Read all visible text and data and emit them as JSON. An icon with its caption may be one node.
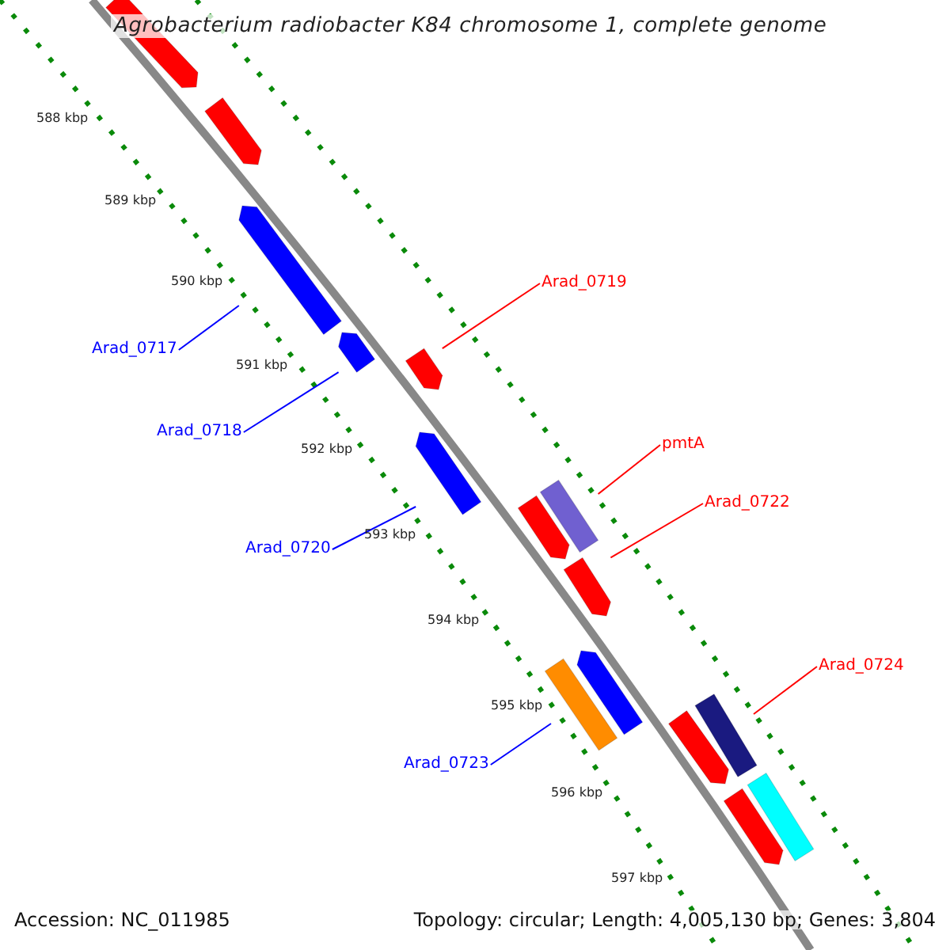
{
  "diagram": {
    "title": "Agrobacterium radiobacter K84 chromosome 1, complete genome",
    "nodes": [
      {
        "text": [
          "Arad_0719"
        ]
      },
      {
        "text": [
          "Arad_0717"
        ]
      },
      {
        "text": [
          "Arad_0718"
        ]
      },
      {
        "text": [
          "pmtA"
        ]
      },
      {
        "text": [
          "Arad_0722"
        ]
      },
      {
        "text": [
          "Arad_0720"
        ]
      },
      {
        "text": [
          "Arad_0724"
        ]
      },
      {
        "text": [
          "Arad_0723"
        ]
      },
      {
        "text": [],
        "shape": "bar"
      },
      {
        "text": [],
        "shape": "bar"
      },
      {
        "text": [],
        "shape": "bar"
      },
      {
        "text": [],
        "shape": "bar"
      },
      {
        "text": [],
        "shape": "bar"
      },
      {
        "text": [],
        "shape": "bar"
      },
      {
        "text": [],
        "shape": "bar"
      },
      {
        "text": [],
        "shape": "bar"
      }
    ],
    "edges": [
      {
        "from": 0,
        "to": 8,
        "arrow": "none",
        "color": "#ff0000"
      },
      {
        "from": 1,
        "to": 9,
        "arrow": "none",
        "color": "#0000ff"
      },
      {
        "from": 2,
        "to": 10,
        "arrow": "none",
        "color": "#0000ff"
      },
      {
        "from": 3,
        "to": 11,
        "arrow": "none",
        "color": "#ff0000"
      },
      {
        "from": 4,
        "to": 12,
        "arrow": "none",
        "color": "#ff0000"
      },
      {
        "from": 5,
        "to": 13,
        "arrow": "none",
        "color": "#0000ff"
      },
      {
        "from": 6,
        "to": 14,
        "arrow": "none",
        "color": "#ff0000"
      },
      {
        "from": 7,
        "to": 15,
        "arrow": "none",
        "color": "#0000ff"
      }
    ],
    "labels": [
      "588 kbp",
      "589 kbp",
      "590 kbp",
      "591 kbp",
      "592 kbp",
      "593 kbp",
      "594 kbp",
      "595 kbp",
      "596 kbp",
      "597 kbp",
      "Accession: NC_011985",
      "Topology: circular; Length: 4,005,130 bp; Genes: 3,804"
    ]
  }
}
